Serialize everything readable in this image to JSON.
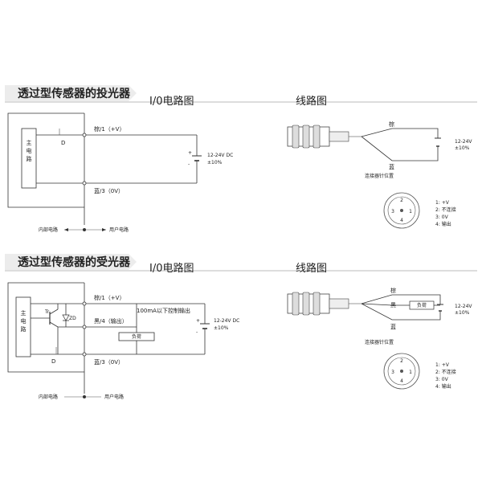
{
  "emitter": {
    "title": "透过型传感器的投光器",
    "io_heading": "I/0电路图",
    "wiring_heading": "线路图",
    "main_circuit": "主电路",
    "diode": "D",
    "brown": "棕/1（+V）",
    "blue": "蓝/3（0V）",
    "supply": "12-24V DC",
    "tolerance": "±10%",
    "internal": "内部电路",
    "user": "用户电路",
    "wire_brown": "棕",
    "wire_blue": "蓝",
    "supply_right": "12-24V",
    "tol_right": "±10%",
    "pin_title": "连接器针位置",
    "pins": [
      "1: +V",
      "2: 不连接",
      "3: 0V",
      "4: 输出"
    ]
  },
  "receiver": {
    "title": "透过型传感器的受光器",
    "io_heading": "I/0电路图",
    "wiring_heading": "线路图",
    "main_circuit": "主电路",
    "transistor": "Tr",
    "zener": "ZD",
    "diode": "D",
    "brown": "棕/1（+V）",
    "black": "黑/4（输出）",
    "blue": "蓝/3（0V）",
    "control_note": "100mA以下控制输出",
    "load": "负荷",
    "supply": "12-24V DC",
    "tolerance": "±10%",
    "internal": "内部电路",
    "user": "用户电路",
    "wire_brown": "棕",
    "wire_black": "黑",
    "wire_blue": "蓝",
    "load_right": "负荷",
    "supply_right": "12-24V",
    "tol_right": "±10%",
    "pin_title": "连接器针位置",
    "pins": [
      "1: +V",
      "2: 不连接",
      "3: 0V",
      "4: 输出"
    ]
  }
}
